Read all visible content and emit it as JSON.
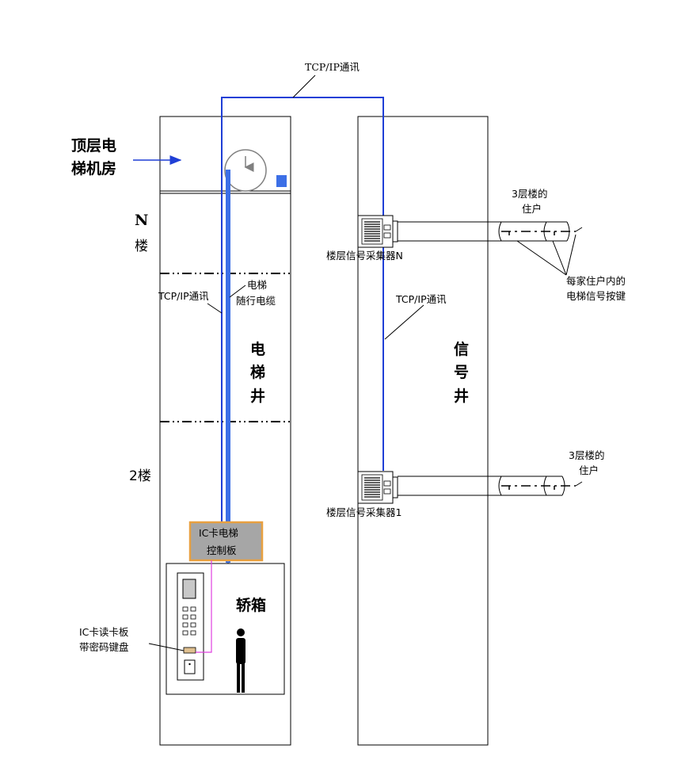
{
  "labels": {
    "tcp_top": "TCP/IP通讯",
    "machine_room_1": "顶层电",
    "machine_room_2": "梯机房",
    "floor_n_1": "N",
    "floor_n_2": "楼",
    "floor_2": "2楼",
    "tcp_left": "TCP/IP通讯",
    "traveling_cable_1": "电梯",
    "traveling_cable_2": "随行电缆",
    "elevator_shaft_1": "电",
    "elevator_shaft_2": "梯",
    "elevator_shaft_3": "井",
    "signal_shaft_1": "信",
    "signal_shaft_2": "号",
    "signal_shaft_3": "井",
    "collector_n": "楼层信号采集器N",
    "collector_1": "楼层信号采集器1",
    "tcp_right": "TCP/IP通讯",
    "residents_top_1": "3层楼的",
    "residents_top_2": "住户",
    "residents_bottom_1": "3层楼的",
    "residents_bottom_2": "住户",
    "buttons_1": "每家住户内的",
    "buttons_2": "电梯信号按键",
    "control_board_1": "IC卡电梯",
    "control_board_2": "控制板",
    "car": "轿箱",
    "reader_1": "IC卡读卡板",
    "reader_2": "带密码键盘"
  },
  "colors": {
    "network_line": "#1f3fd6",
    "traveling_cable": "#3c6fe6",
    "control_board_fill": "#a6a6a6",
    "control_board_border": "#e8a040",
    "reader_wire": "#e040e0",
    "reader_slot": "#e0c090"
  }
}
